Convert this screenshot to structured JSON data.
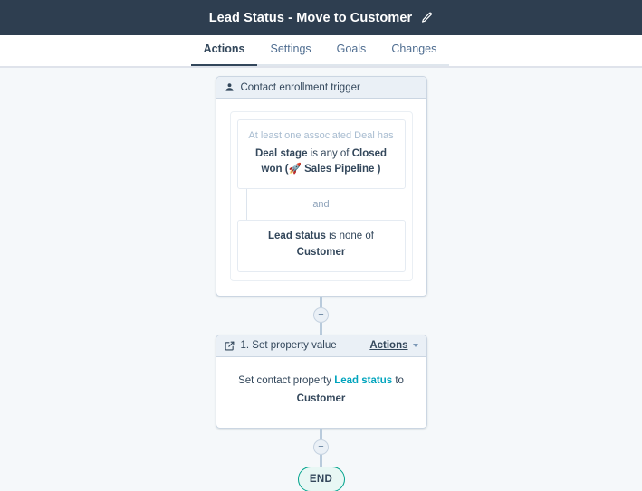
{
  "titlebar": {
    "title": "Lead Status - Move to Customer",
    "edit_icon": "pencil-icon"
  },
  "tabs": [
    {
      "label": "Actions",
      "active": true
    },
    {
      "label": "Settings",
      "active": false
    },
    {
      "label": "Goals",
      "active": false
    },
    {
      "label": "Changes",
      "active": false
    }
  ],
  "trigger_card": {
    "icon": "contact-person-icon",
    "header": "Contact enrollment trigger",
    "conditions": [
      {
        "lead_in": "At least one associated Deal has",
        "prefix_bold": "Deal stage",
        "middle": " is any of ",
        "value_bold": "Closed won (🚀 Sales Pipeline )"
      }
    ],
    "conjunction": "and",
    "condition_two": {
      "prefix_bold": "Lead status",
      "middle": " is none of ",
      "value_bold": "Customer"
    }
  },
  "action_card": {
    "icon": "edit-square-icon",
    "header": "1. Set property value",
    "actions_label": "Actions",
    "caret": "chevron-down-icon",
    "body_prefix": "Set contact property ",
    "body_property": "Lead status",
    "body_suffix": " to",
    "body_value": "Customer"
  },
  "connectors": {
    "add_icon": "plus-icon"
  },
  "end_node": {
    "label": "END"
  },
  "colors": {
    "titlebar_bg": "#2e3e50",
    "canvas_bg": "#f5f8fa",
    "card_border": "#cbd6e2",
    "card_header_bg": "#eaf0f6",
    "accent_teal": "#00a4bd",
    "end_border": "#00a38c",
    "end_fill": "#e8f7f4",
    "text": "#33475b"
  }
}
